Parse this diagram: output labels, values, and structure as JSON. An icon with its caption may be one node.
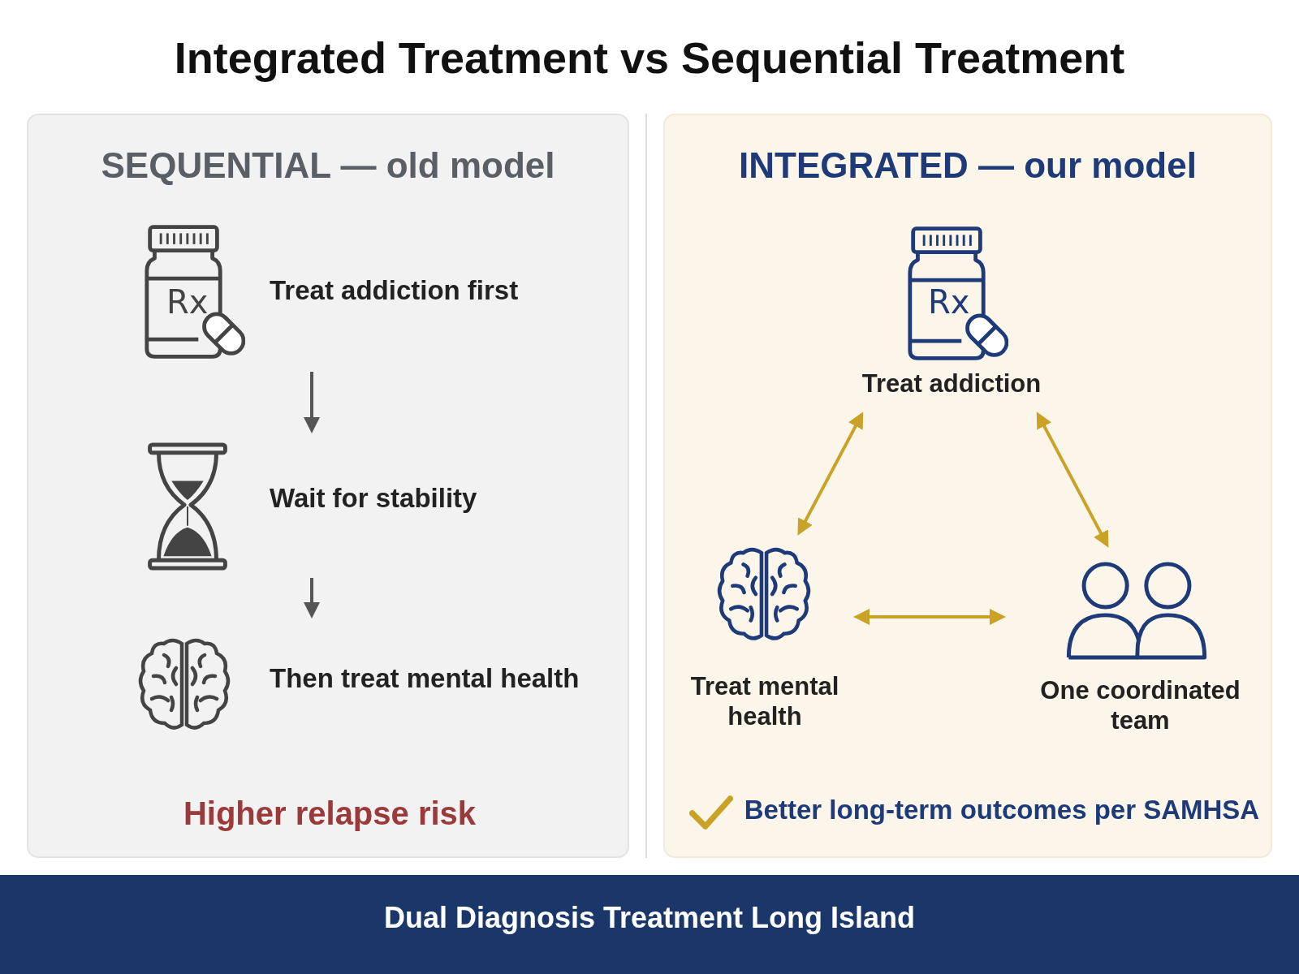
{
  "diagram": {
    "title": "Integrated Treatment vs Sequential Treatment",
    "nodes": [
      {
        "text": [
          "SEQUENTIAL — old model",
          "Higher relapse risk"
        ]
      },
      {
        "text": [
          "Treat addiction first"
        ],
        "in": 0
      },
      {
        "text": [
          "Wait for stability"
        ],
        "in": 0
      },
      {
        "text": [
          "Then treat mental health"
        ],
        "in": 0
      },
      {
        "text": [
          "INTEGRATED — our model",
          "Better long-term outcomes per SAMHSA"
        ]
      },
      {
        "text": [
          "Treat addiction"
        ],
        "in": 4
      },
      {
        "text": [
          "Treat mental health"
        ],
        "in": 4
      },
      {
        "text": [
          "One coordinated team"
        ],
        "in": 4
      }
    ],
    "edges": [
      {
        "from": 1,
        "to": 2,
        "arrow": "to",
        "color": "#555555"
      },
      {
        "from": 2,
        "to": 3,
        "arrow": "to",
        "color": "#555555"
      },
      {
        "from": 5,
        "to": 6,
        "arrow": "both"
      },
      {
        "from": 5,
        "to": 7,
        "arrow": "both"
      },
      {
        "from": 6,
        "to": 7,
        "arrow": "both"
      }
    ],
    "labels": [
      "Rx",
      "Rx",
      "Dual Diagnosis Treatment Long Island"
    ]
  }
}
